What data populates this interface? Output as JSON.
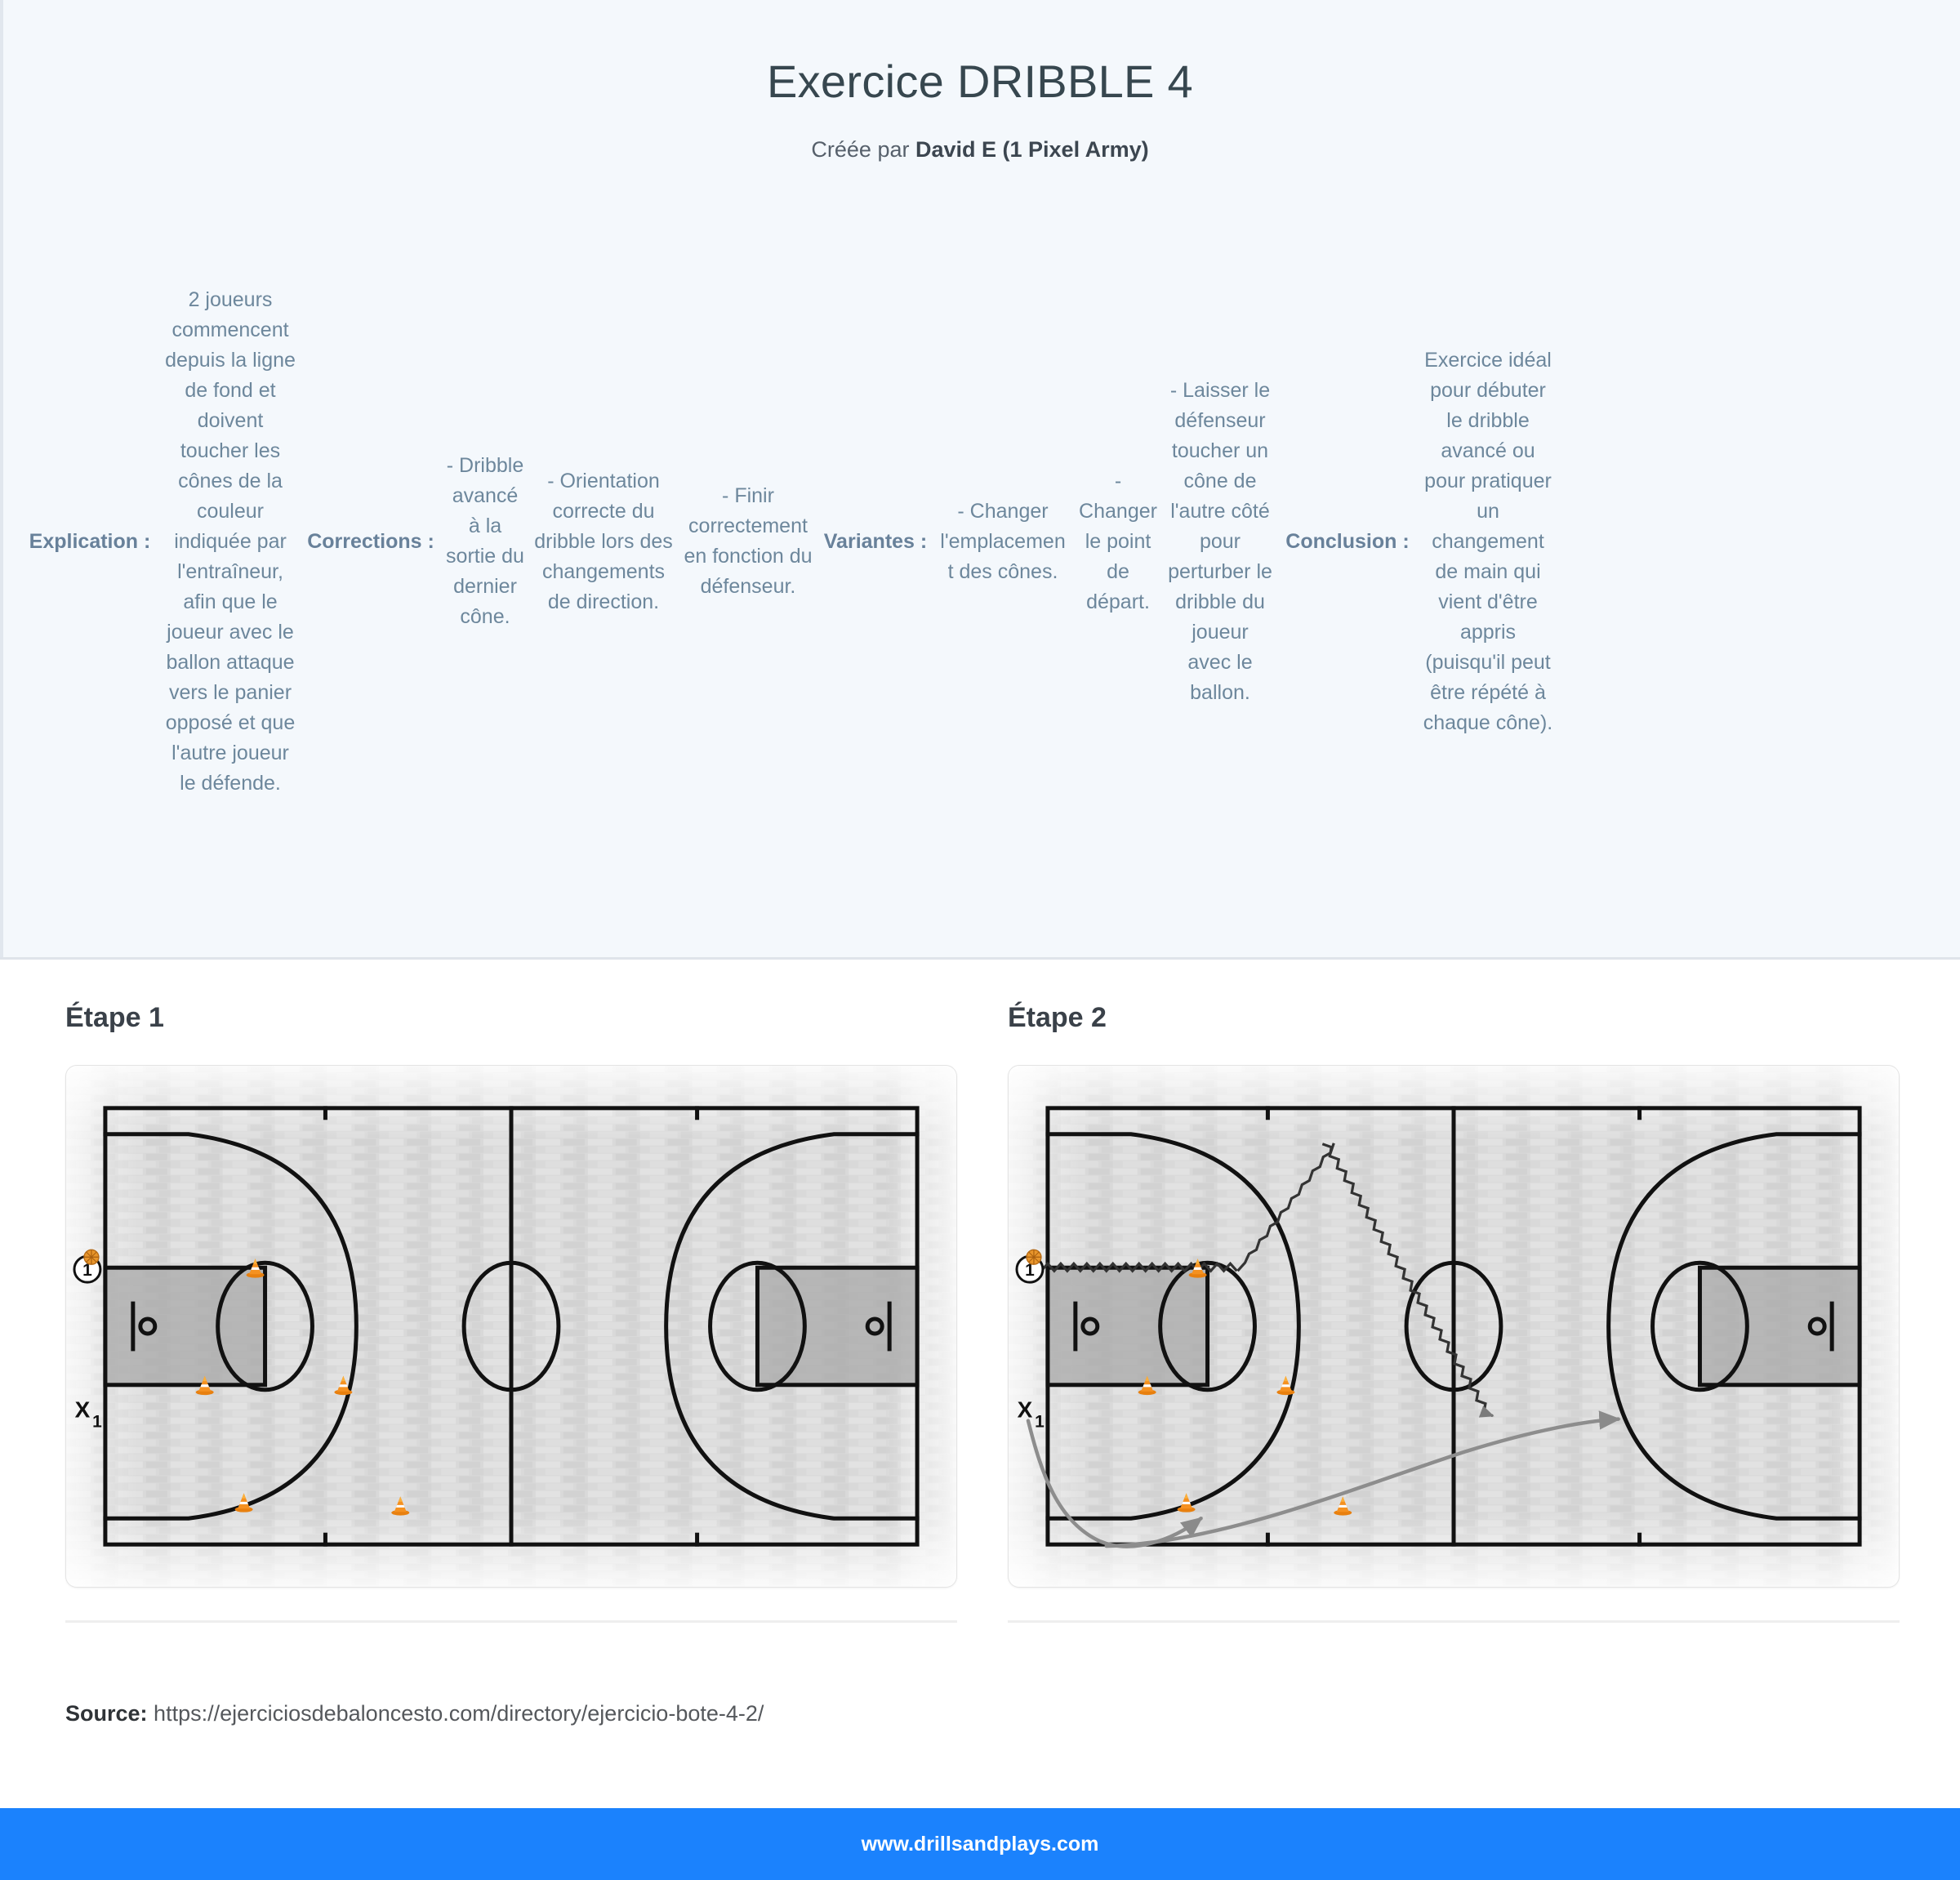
{
  "header": {
    "title": "Exercice DRIBBLE 4",
    "author_prefix": "Créée par ",
    "author_name": "David E (1 Pixel Army)"
  },
  "info": {
    "explication_label": "Explication :",
    "explication_text": "2 joueurs commencent depuis la ligne de fond et doivent toucher les cônes de la couleur indiquée par l'entraîneur, afin que le joueur avec le ballon attaque vers le panier opposé et que l'autre joueur le défende.",
    "corrections_label": "Corrections :",
    "corrections": [
      "- Dribble avancé à la sortie du dernier cône.",
      "- Orientation correcte du dribble lors des changements de direction.",
      "- Finir correctement en fonction du défenseur."
    ],
    "variantes_label": "Variantes :",
    "variantes": [
      "- Changer l'emplacement des cônes.",
      "- Changer le point de départ.",
      "- Laisser le défenseur toucher un cône de l'autre côté pour perturber le dribble du joueur avec le ballon."
    ],
    "conclusion_label": "Conclusion :",
    "conclusion_text": "Exercice idéal pour débuter le dribble avancé ou pour pratiquer un changement de main qui vient d'être appris (puisqu'il peut être répété à chaque cône)."
  },
  "steps": [
    {
      "title": "Étape 1",
      "players": [
        {
          "id": "1",
          "label": "1",
          "type": "offense-with-ball"
        },
        {
          "id": "x1",
          "label": "X",
          "sub": "1",
          "type": "defense"
        }
      ],
      "cones": 5,
      "paths": []
    },
    {
      "title": "Étape 2",
      "players": [
        {
          "id": "1",
          "label": "1",
          "type": "offense-with-ball"
        },
        {
          "id": "x1",
          "label": "X",
          "sub": "1",
          "type": "defense"
        }
      ],
      "cones": 5,
      "paths": [
        {
          "type": "dribble-zigzag",
          "arrow": true
        },
        {
          "type": "run-curve",
          "arrow": true
        },
        {
          "type": "run-curve",
          "arrow": true
        }
      ]
    }
  ],
  "source": {
    "label": "Source:",
    "url": "https://ejerciciosdebaloncesto.com/directory/ejercicio-bote-4-2/"
  },
  "footer": {
    "site": "www.drillsandplays.com"
  },
  "colors": {
    "accent_blue": "#1b82fd",
    "panel_bg": "#f4f8fc",
    "label_text": "#68819a",
    "cone_orange": "#f08a1e",
    "ball_orange": "#e8952b"
  }
}
